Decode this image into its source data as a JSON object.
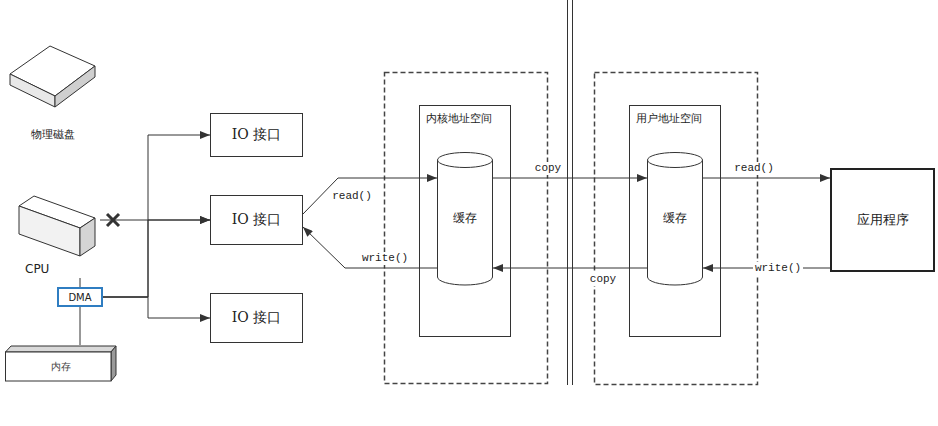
{
  "diagram": {
    "nodes": [
      {
        "text": [
          "物理磁盘"
        ]
      },
      {
        "text": [
          "CPU"
        ]
      },
      {
        "text": [
          "DMA"
        ]
      },
      {
        "text": [
          "内存"
        ]
      },
      {
        "text": [
          "IO 接口"
        ]
      },
      {
        "text": [
          "IO 接口"
        ]
      },
      {
        "text": [
          "IO 接口"
        ]
      },
      {
        "text": [
          "内核地址空间"
        ]
      },
      {
        "text": [
          "缓存"
        ],
        "in": 7
      },
      {
        "text": [
          "用户地址空间"
        ]
      },
      {
        "text": [
          "缓存"
        ],
        "in": 9
      },
      {
        "text": [
          "应用程序"
        ]
      }
    ],
    "edges": [
      {
        "from": 1,
        "to": 5,
        "arrow": "to"
      },
      {
        "from": 2,
        "to": 4,
        "arrow": "to"
      },
      {
        "from": 2,
        "to": 5,
        "arrow": "to"
      },
      {
        "from": 2,
        "to": 6,
        "arrow": "to"
      },
      {
        "from": 1,
        "to": 2,
        "arrow": "none"
      },
      {
        "from": 2,
        "to": 3,
        "arrow": "none"
      },
      {
        "from": 5,
        "to": 8,
        "label": "read()",
        "arrow": "to"
      },
      {
        "from": 8,
        "to": 5,
        "label": "write()",
        "arrow": "to"
      },
      {
        "from": 8,
        "to": 10,
        "label": "copy",
        "arrow": "to"
      },
      {
        "from": 10,
        "to": 8,
        "label": "copy",
        "arrow": "to"
      },
      {
        "from": 10,
        "to": 11,
        "label": "read()",
        "arrow": "to"
      },
      {
        "from": 11,
        "to": 10,
        "label": "write()",
        "arrow": "to"
      }
    ]
  }
}
